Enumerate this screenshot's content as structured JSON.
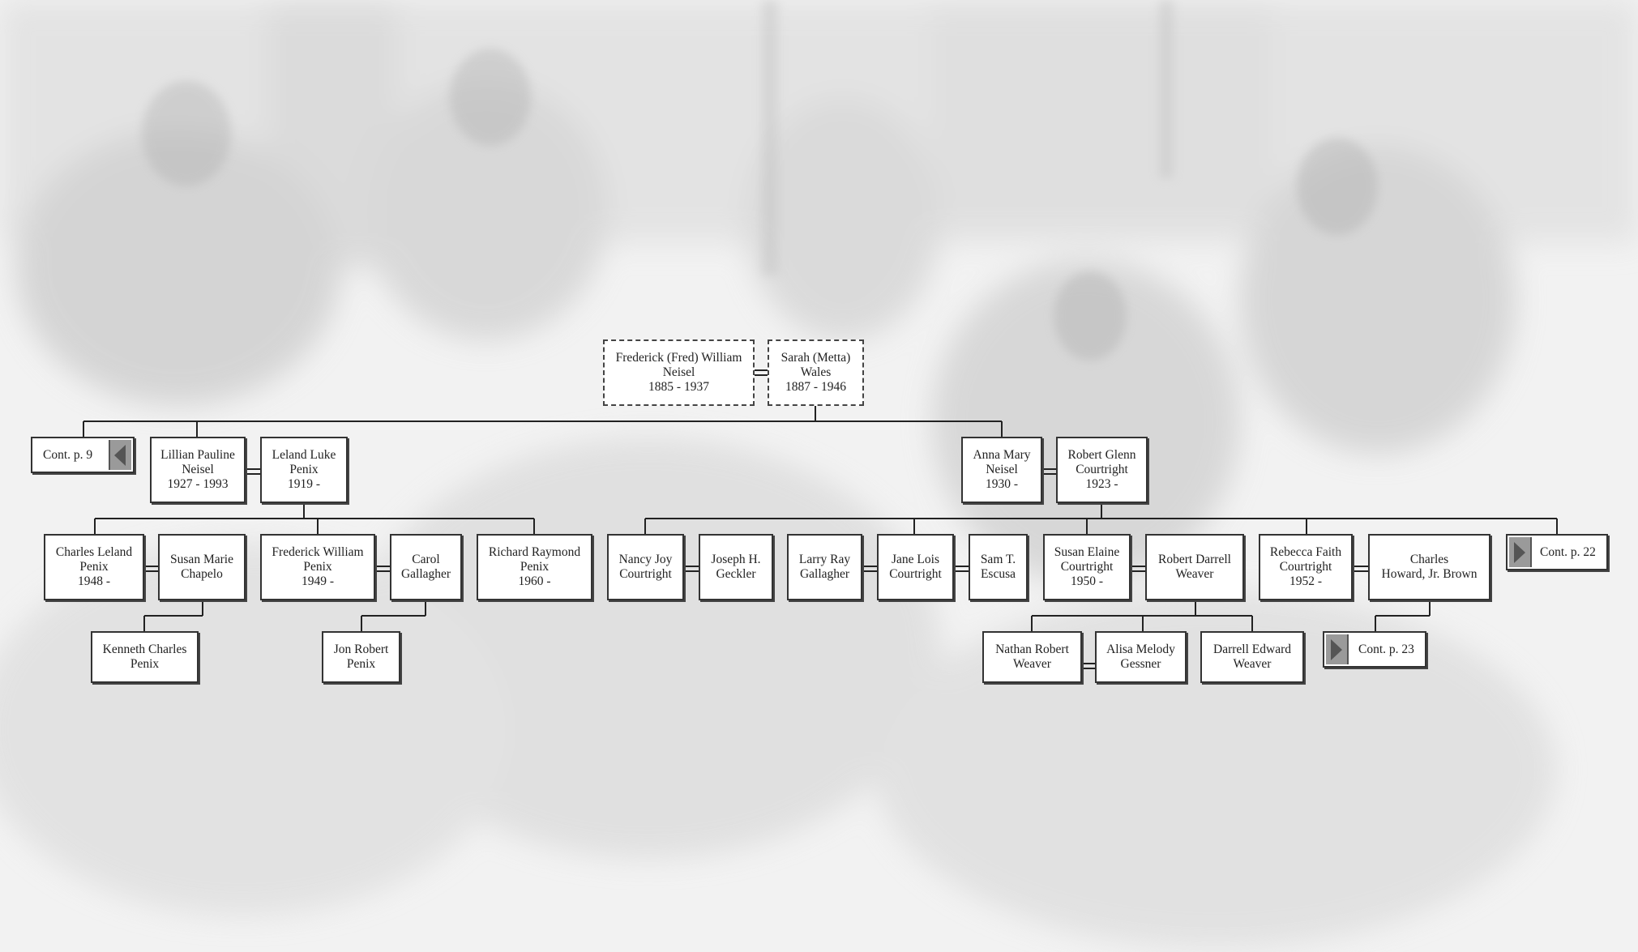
{
  "people": {
    "fred": {
      "name1": "Frederick (Fred) William",
      "name2": "Neisel",
      "dates": "1885 - 1937"
    },
    "sarah": {
      "name1": "Sarah (Metta)",
      "name2": "Wales",
      "dates": "1887 - 1946"
    },
    "lillian": {
      "name1": "Lillian Pauline",
      "name2": "Neisel",
      "dates": "1927 - 1993"
    },
    "leland": {
      "name1": "Leland Luke",
      "name2": "Penix",
      "dates": "1919 -"
    },
    "anna": {
      "name1": "Anna Mary",
      "name2": "Neisel",
      "dates": "1930 -"
    },
    "robert_glenn": {
      "name1": "Robert Glenn",
      "name2": "Courtright",
      "dates": "1923 -"
    },
    "charles_leland": {
      "name1": "Charles Leland",
      "name2": "Penix",
      "dates": "1948 -"
    },
    "susan_marie": {
      "name1": "Susan Marie",
      "name2": "Chapelo",
      "dates": ""
    },
    "frederick_penix": {
      "name1": "Frederick William",
      "name2": "Penix",
      "dates": "1949 -"
    },
    "carol": {
      "name1": "Carol",
      "name2": "Gallagher",
      "dates": ""
    },
    "richard": {
      "name1": "Richard Raymond",
      "name2": "Penix",
      "dates": "1960 -"
    },
    "nancy": {
      "name1": "Nancy Joy",
      "name2": "Courtright",
      "dates": ""
    },
    "joseph": {
      "name1": "Joseph H.",
      "name2": "Geckler",
      "dates": ""
    },
    "larry": {
      "name1": "Larry Ray",
      "name2": "Gallagher",
      "dates": ""
    },
    "jane": {
      "name1": "Jane Lois",
      "name2": "Courtright",
      "dates": ""
    },
    "sam": {
      "name1": "Sam T.",
      "name2": "Escusa",
      "dates": ""
    },
    "susan_elaine": {
      "name1": "Susan Elaine",
      "name2": "Courtright",
      "dates": "1950 -"
    },
    "robert_darrell": {
      "name1": "Robert Darrell",
      "name2": "Weaver",
      "dates": ""
    },
    "rebecca": {
      "name1": "Rebecca Faith",
      "name2": "Courtright",
      "dates": "1952 -"
    },
    "charles_brown": {
      "name1": "Charles",
      "name2": "Howard, Jr. Brown",
      "dates": ""
    },
    "kenneth": {
      "name1": "Kenneth Charles",
      "name2": "Penix",
      "dates": ""
    },
    "jon": {
      "name1": "Jon Robert",
      "name2": "Penix",
      "dates": ""
    },
    "nathan": {
      "name1": "Nathan Robert",
      "name2": "Weaver",
      "dates": ""
    },
    "alisa": {
      "name1": "Alisa Melody",
      "name2": "Gessner",
      "dates": ""
    },
    "darrell": {
      "name1": "Darrell Edward",
      "name2": "Weaver",
      "dates": ""
    }
  },
  "continuations": {
    "p9": "Cont. p. 9",
    "p22": "Cont. p. 22",
    "p23": "Cont. p. 23"
  },
  "icons": {
    "left_arrow": "triangle-left-icon",
    "right_arrow": "triangle-right-icon"
  },
  "colors": {
    "line": "#222222",
    "box_border": "#333333",
    "arrow_fill": "#9a9a9a"
  }
}
